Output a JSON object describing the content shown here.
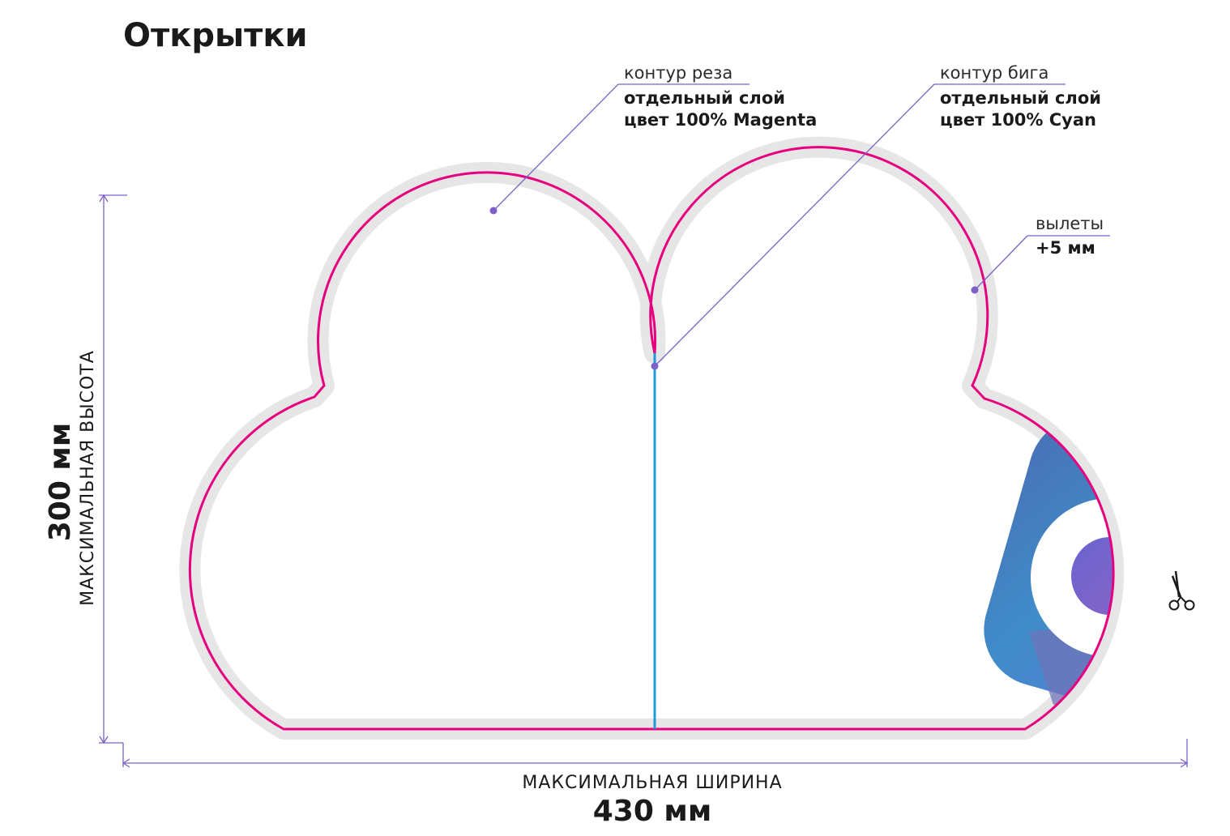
{
  "title": "Открытки",
  "colors": {
    "cut": "#e6007e",
    "fold": "#1e9ad6",
    "bleed": "#e6e6e6",
    "leader": "#7b61c9",
    "dim_line": "#7b61c9"
  },
  "annotations": {
    "cut": {
      "line1": "контур реза",
      "line2": "отдельный слой",
      "line3": "цвет 100% Magenta"
    },
    "fold": {
      "line1": "контур бига",
      "line2": "отдельный слой",
      "line3": "цвет 100% Cyan"
    },
    "bleed": {
      "line1": "вылеты",
      "line2": "+5 мм"
    }
  },
  "dimensions": {
    "height_caption": "МАКСИМАЛЬНАЯ ВЫСОТА",
    "height_value": "300 мм",
    "width_caption": "МАКСИМАЛЬНАЯ ШИРИНА",
    "width_value": "430 мм"
  },
  "icons": {
    "logo": "logo-icon",
    "scissors": "scissors-icon"
  }
}
